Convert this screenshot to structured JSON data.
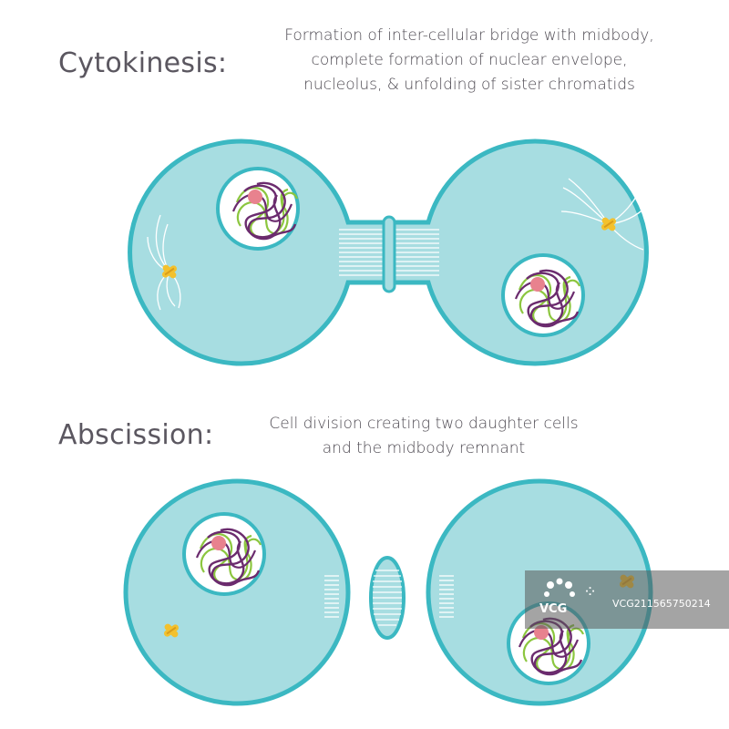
{
  "sections": {
    "cytokinesis": {
      "title": "Cytokinesis:",
      "description": [
        "Formation of inter-cellular bridge with midbody,",
        "complete formation of nuclear envelope,",
        "nucleolus, & unfolding of sister chromatids"
      ]
    },
    "abscission": {
      "title": "Abscission:",
      "description": [
        "Cell division creating two daughter cells",
        "and the midbody remnant"
      ]
    }
  },
  "colors": {
    "cell_fill": "#a7dde1",
    "cell_stroke": "#3bb8c2",
    "nucleus_fill": "#ffffff",
    "nucleolus": "#e8828e",
    "chromatin_green": "#8cc63f",
    "chromatin_purple": "#6b2b6e",
    "centrosome": "#f3c12d",
    "heading_text": "#5b5760"
  },
  "watermark": {
    "logo": "VCG",
    "id": "VCG211565750214"
  }
}
